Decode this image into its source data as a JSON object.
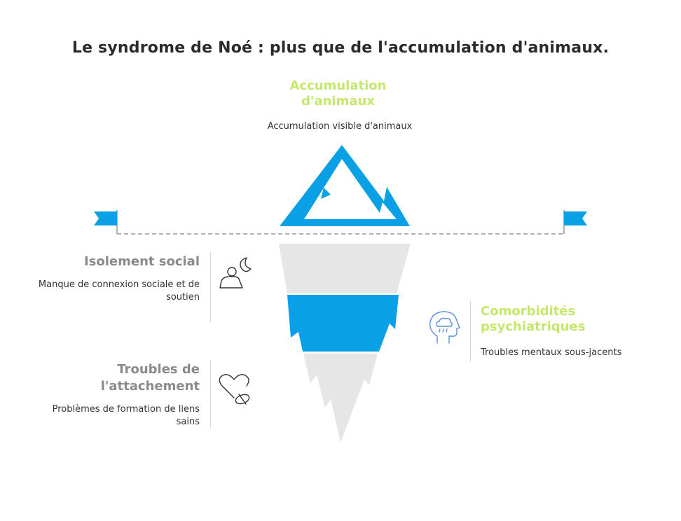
{
  "title": "Le syndrome de Noé : plus que de l'accumulation d'animaux.",
  "top": {
    "heading": "Accumulation d'animaux",
    "description": "Accumulation visible d'animaux"
  },
  "left_items": [
    {
      "heading": "Isolement social",
      "description": "Manque de connexion sociale et de soutien",
      "icon": "person-moon-icon"
    },
    {
      "heading": "Troubles de l'attachement",
      "description": "Problèmes de formation de liens sains",
      "icon": "broken-heart-pill-icon"
    }
  ],
  "right_items": [
    {
      "heading": "Comorbidités psychiatriques",
      "description": "Troubles mentaux sous-jacents",
      "icon": "head-rain-cloud-icon"
    }
  ],
  "colors": {
    "accent_blue": "#0aa0e6",
    "accent_green": "#c5e86c",
    "ice_grey": "#e6e6e6",
    "heading_grey": "#8a8a8a",
    "icon_blue": "#5b8fd6"
  }
}
